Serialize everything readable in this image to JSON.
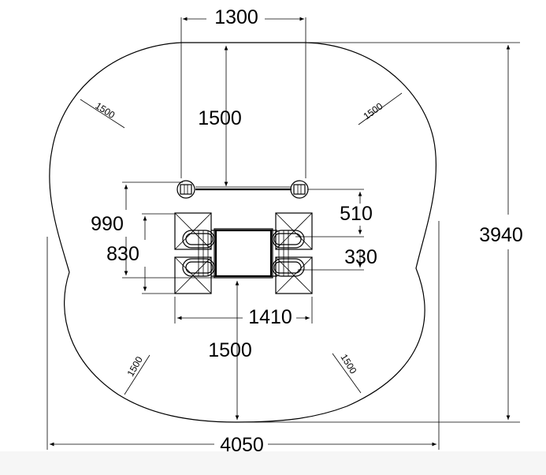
{
  "dimensions": {
    "top_post_spacing": "1300",
    "top_clearance": "1500",
    "overall_height": "3940",
    "overall_width": "4050",
    "bottom_clearance": "1500",
    "depth_outer": "990",
    "depth_inner": "830",
    "right_upper": "510",
    "right_lower": "330",
    "frame_width": "1410",
    "corner_radius_tl": "1500",
    "corner_radius_tr": "1500",
    "corner_radius_bl": "1500",
    "corner_radius_br": "1500"
  }
}
